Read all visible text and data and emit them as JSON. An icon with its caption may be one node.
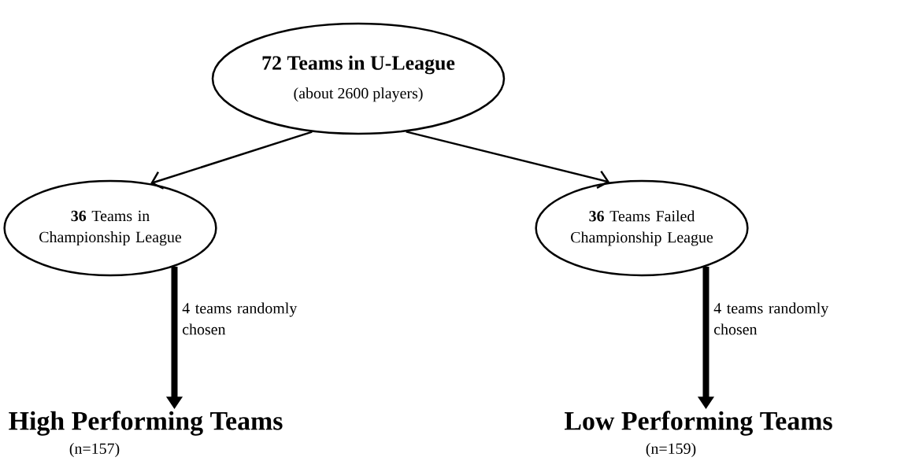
{
  "diagram": {
    "nodes": [
      {
        "text": [
          "72 Teams in U-League",
          "(about 2600 players)"
        ]
      },
      {
        "text": [
          "**36** Teams in Championship League"
        ]
      },
      {
        "text": [
          "**36** Teams Failed Championship League"
        ]
      },
      {
        "text": [
          "High Performing Teams"
        ],
        "beside": [
          "(n=157)"
        ]
      },
      {
        "text": [
          "Low Performing Teams"
        ],
        "beside": [
          "(n=159)"
        ]
      }
    ],
    "edges": [
      {
        "from": 0,
        "to": 1,
        "arrow": "to"
      },
      {
        "from": 0,
        "to": 2,
        "arrow": "to"
      },
      {
        "from": 1,
        "to": 3,
        "arrow": "to",
        "style": "thick",
        "label": "4 teams randomly chosen"
      },
      {
        "from": 2,
        "to": 4,
        "arrow": "to",
        "style": "thick",
        "label": "4 teams randomly chosen"
      }
    ]
  }
}
